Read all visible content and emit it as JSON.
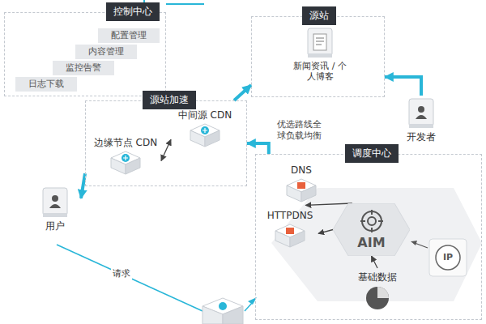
{
  "diagram": {
    "nodes": [
      {
        "text": [
          "控制中心"
        ]
      },
      {
        "text": [
          "配置管理"
        ],
        "in": 0
      },
      {
        "text": [
          "内容管理"
        ],
        "in": 0
      },
      {
        "text": [
          "监控告警"
        ],
        "in": 0
      },
      {
        "text": [
          "日志下载"
        ],
        "in": 0
      },
      {
        "text": [
          "源站"
        ]
      },
      {
        "text": [
          "新闻资讯 / 个人博客"
        ],
        "in": 5
      },
      {
        "text": [
          "开发者"
        ]
      },
      {
        "text": [
          "源站加速"
        ]
      },
      {
        "text": [
          "中间源 CDN"
        ],
        "in": 8
      },
      {
        "text": [
          "边缘节点 CDN"
        ],
        "in": 8
      },
      {
        "text": [
          "调度中心"
        ]
      },
      {
        "text": [
          "DNS"
        ],
        "in": 11
      },
      {
        "text": [
          "HTTPDNS"
        ],
        "in": 11
      },
      {
        "text": [
          "AIM"
        ],
        "in": 11
      },
      {
        "text": [
          "基础数据"
        ],
        "in": 11
      },
      {
        "text": [
          "用户"
        ]
      }
    ],
    "edges": [
      {
        "from": 7,
        "to": 5,
        "arrow": "to"
      },
      {
        "from": 8,
        "to": 5,
        "arrow": "to"
      },
      {
        "from": 9,
        "to": 10,
        "arrow": "both"
      },
      {
        "from": 8,
        "to": 16,
        "arrow": "to"
      },
      {
        "from": 11,
        "to": 8,
        "label": "优选路线全球负载均衡",
        "arrow": "to"
      },
      {
        "from": 14,
        "to": 12,
        "arrow": "to"
      },
      {
        "from": 14,
        "to": 13,
        "arrow": "to"
      },
      {
        "from": 15,
        "to": 14,
        "arrow": "to"
      }
    ],
    "labels": [
      "请求",
      "IP"
    ]
  }
}
